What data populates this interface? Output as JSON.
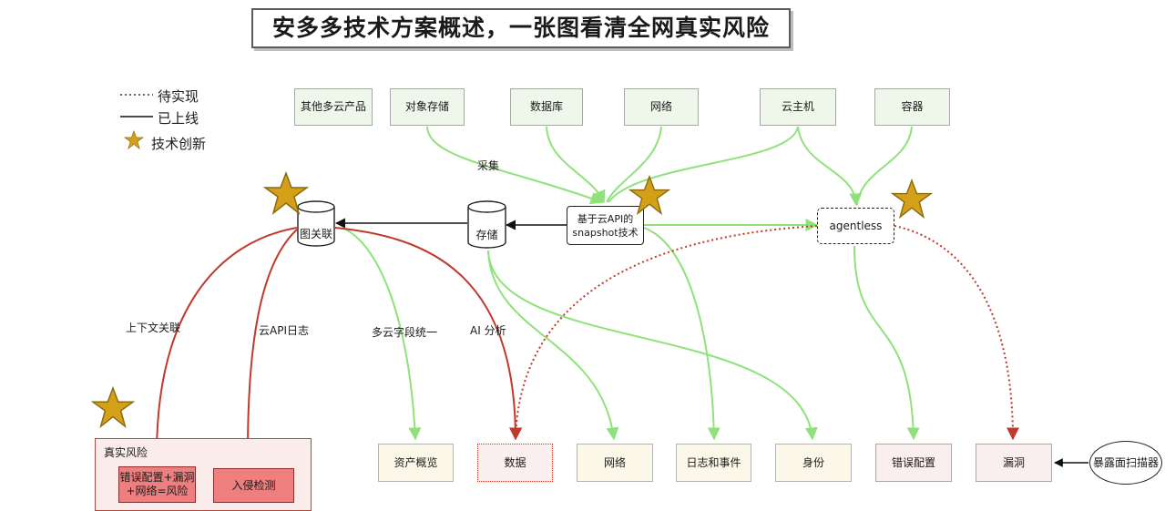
{
  "title": "安多多技术方案概述，一张图看清全网真实风险",
  "legend": {
    "pending": "待实现",
    "online": "已上线",
    "innovation": "技术创新"
  },
  "sources": {
    "other_cloud": "其他多云产品",
    "object_storage": "对象存储",
    "database": "数据库",
    "network": "网络",
    "cloud_host": "云主机",
    "container": "容器"
  },
  "nodes": {
    "snapshot": "基于云API的 snapshot技术",
    "agentless": "agentless",
    "storage": "存储",
    "graph": "图关联",
    "scanner": "暴露面扫描器"
  },
  "edge_labels": {
    "collect": "采集",
    "context": "上下文关联",
    "cloud_api_log": "云API日志",
    "multi_cloud_fields": "多云字段统一",
    "ai_analysis": "AI 分析"
  },
  "outputs": {
    "asset_overview": "资产概览",
    "data": "数据",
    "network": "网络",
    "logs_events": "日志和事件",
    "identity": "身份",
    "misconfig": "错误配置",
    "vulnerability": "漏洞"
  },
  "risk": {
    "header": "真实风险",
    "formula": "错误配置+漏洞 +网络=风险",
    "intrusion": "入侵检测"
  },
  "colors": {
    "implemented_line": "#8fe27a",
    "black_arrow": "#111111",
    "red_line": "#c0392b",
    "star_gold": "#d4a017"
  }
}
